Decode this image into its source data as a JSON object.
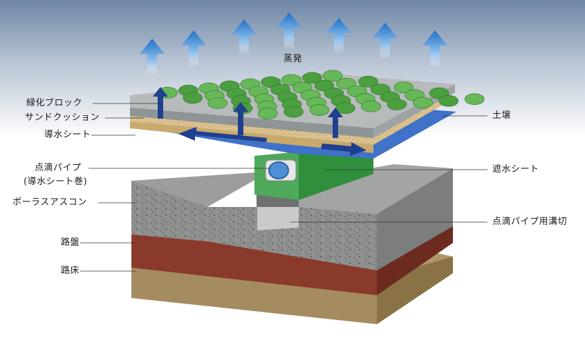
{
  "labels": {
    "evaporation": "蒸発",
    "greening_block": "緑化ブロック",
    "sand_cushion": "サンドクッション",
    "drain_sheet": "導水シート",
    "drip_pipe": "点滴パイプ",
    "drip_pipe_note": "(導水シート巻)",
    "porous_asphalt": "ポーラスアスコン",
    "subbase": "路盤",
    "subgrade": "路床",
    "soil": "土壌",
    "waterproof_sheet": "遮水シート",
    "pipe_groove": "点滴パイプ用溝切"
  },
  "colors": {
    "sky": "#7f95b3",
    "arrow_blue": "#2b78c8",
    "flow_arrow": "#1f3f8f",
    "grass": "#52a845",
    "block": "#b9bdbd",
    "sand": "#d9bf8a",
    "drain_sheet": "#3a70c9",
    "pipe_sheet": "#2f8f3c",
    "asphalt": "#8f9090",
    "subbase": "#8a3a2a",
    "subgrade": "#a38a5e"
  }
}
